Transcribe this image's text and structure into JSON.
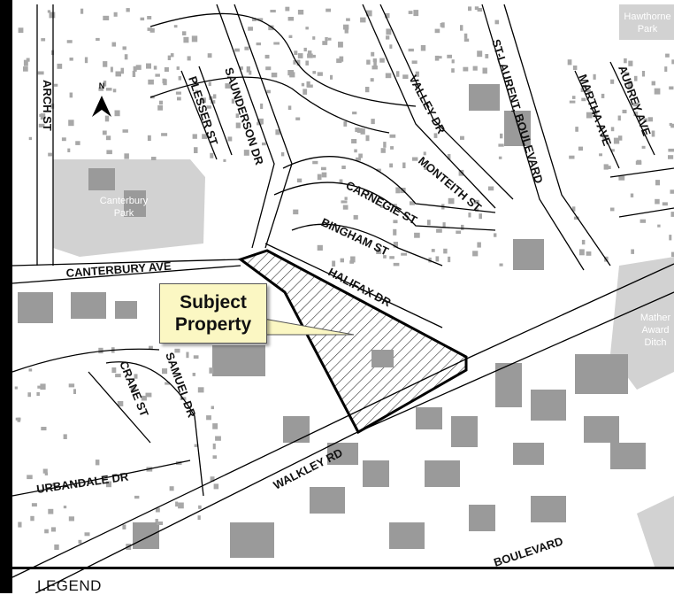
{
  "streets": {
    "arch_st": "ARCH ST",
    "plesser_st": "PLESSER ST",
    "saunderson_dr": "SAUNDERSON DR",
    "valley_dr": "VALLEY DR",
    "st_laurent": "ST-LAURENT, BOULEVARD",
    "martha_ave": "MARTHA AVE",
    "audrey_ave": "AUDREY AVE",
    "monteith_st": "MONTEITH ST",
    "carnegie_st": "CARNEGIE ST",
    "bingham_st": "BINGHAM ST",
    "halifax_dr": "HALIFAX DR",
    "canterbury_ave": "CANTERBURY AVE",
    "crane_st": "CRANE ST",
    "samuel_dr": "SAMUEL DR",
    "urbandale_dr": "URBANDALE DR",
    "walkley_rd": "WALKLEY RD",
    "boulevard_bottom": "BOULEVARD"
  },
  "parks": {
    "hawthorne": [
      "Hawthorne",
      "Park"
    ],
    "canterbury": [
      "Canterbury",
      "Park"
    ],
    "mather": [
      "Mather",
      "Award",
      "Ditch"
    ]
  },
  "north_arrow": "N",
  "callout": {
    "line1": "Subject",
    "line2": "Property"
  },
  "legend": {
    "title": "LEGEND"
  },
  "colors": {
    "building": "#9a9a9a",
    "park_fill": "#d2d2d2",
    "road_line": "#000000",
    "callout_fill": "#fbf7c3",
    "property_outline": "#000000"
  }
}
